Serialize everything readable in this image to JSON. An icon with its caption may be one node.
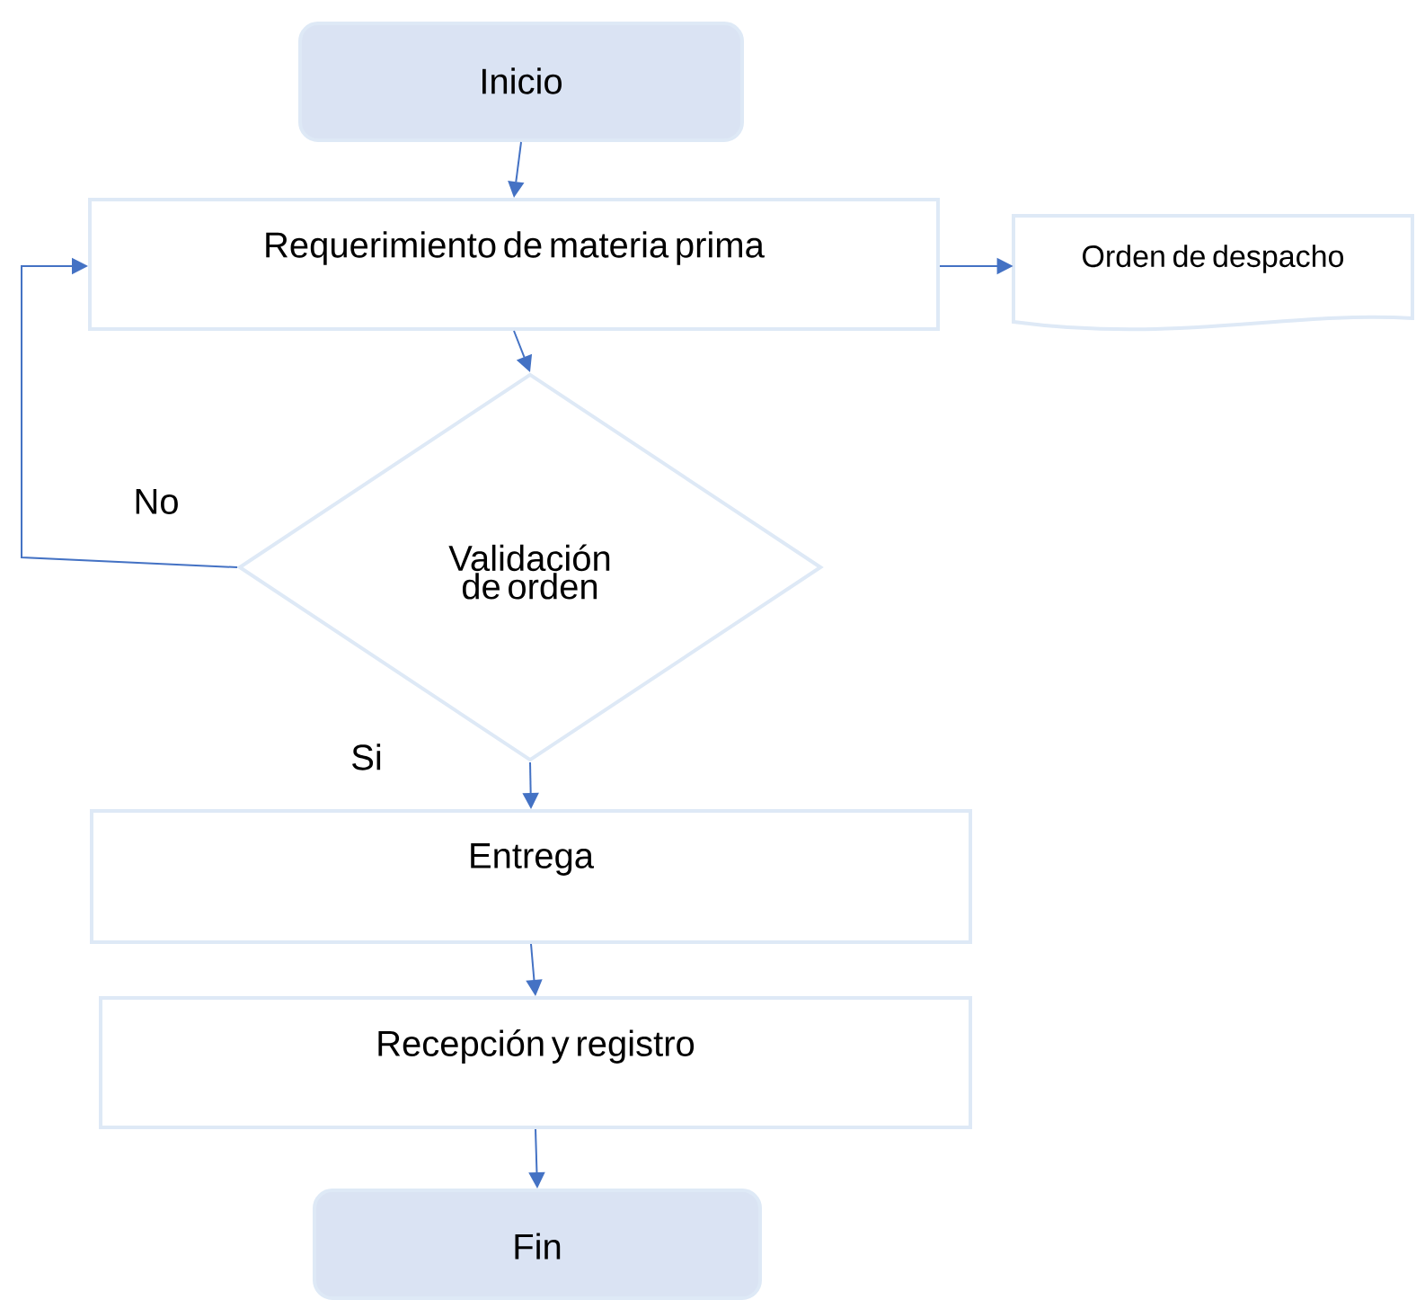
{
  "diagram": {
    "nodes": [
      {
        "text": [
          "Inicio"
        ]
      },
      {
        "text": [
          "Requerimiento de materia prima"
        ]
      },
      {
        "text": [
          "Orden de despacho"
        ]
      },
      {
        "text": [
          "Validación de orden"
        ]
      },
      {
        "text": [
          "Entrega"
        ]
      },
      {
        "text": [
          "Recepción y registro"
        ]
      },
      {
        "text": [
          "Fin"
        ]
      }
    ],
    "edges": [
      {
        "from": 0,
        "to": 1,
        "arrow": "to"
      },
      {
        "from": 1,
        "to": 2,
        "arrow": "to"
      },
      {
        "from": 1,
        "to": 3,
        "arrow": "to"
      },
      {
        "from": 3,
        "to": 1,
        "arrow": "to",
        "label": "No"
      },
      {
        "from": 3,
        "to": 4,
        "arrow": "to",
        "label": "Si"
      },
      {
        "from": 4,
        "to": 5,
        "arrow": "to"
      },
      {
        "from": 5,
        "to": 6,
        "arrow": "to"
      }
    ]
  }
}
